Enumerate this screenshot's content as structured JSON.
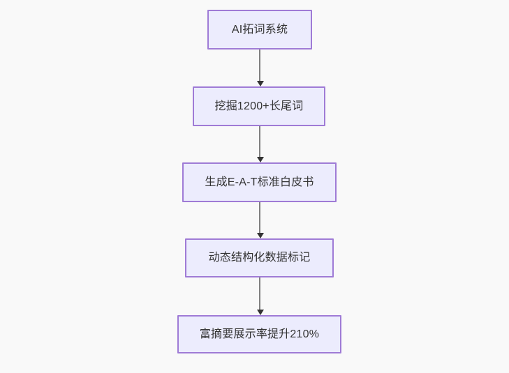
{
  "diagram": {
    "type": "flowchart",
    "direction": "top-to-bottom",
    "background_color": "#f9f9f9",
    "node_fill_color": "#ececfd",
    "node_border_color": "#9f7bd6",
    "node_text_color": "#333333",
    "edge_line_color": "#808080",
    "edge_arrow_color": "#333333",
    "nodes": [
      {
        "id": "n1",
        "label": "AI拓词系统"
      },
      {
        "id": "n2",
        "label": "挖掘1200+长尾词"
      },
      {
        "id": "n3",
        "label": "生成E-A-T标准白皮书"
      },
      {
        "id": "n4",
        "label": "动态结构化数据标记"
      },
      {
        "id": "n5",
        "label": "富摘要展示率提升210%"
      }
    ],
    "edges": [
      {
        "from": "n1",
        "to": "n2",
        "label": ""
      },
      {
        "from": "n2",
        "to": "n3",
        "label": ""
      },
      {
        "from": "n3",
        "to": "n4",
        "label": ""
      },
      {
        "from": "n4",
        "to": "n5",
        "label": ""
      }
    ]
  }
}
